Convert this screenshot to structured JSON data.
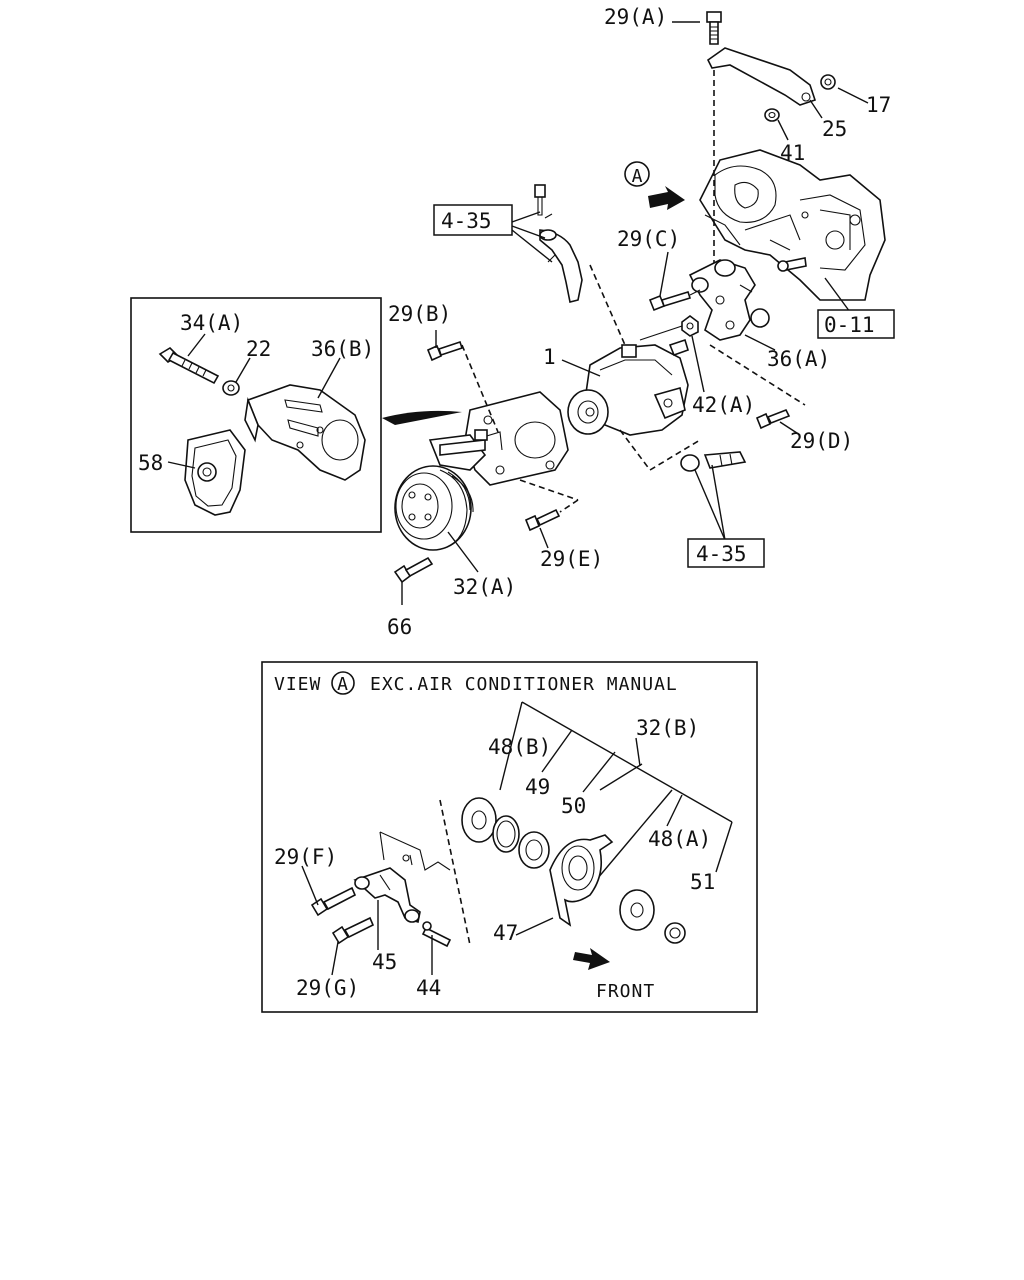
{
  "labels": {
    "p29a": "29(A)",
    "p17": "17",
    "p25": "25",
    "p41": "41",
    "viewA_marker": "A",
    "ref435_top": "4-35",
    "p29c": "29(C)",
    "ref011": "0-11",
    "p34a": "34(A)",
    "p22": "22",
    "p36b": "36(B)",
    "p29b": "29(B)",
    "p1": "1",
    "p36a": "36(A)",
    "p42a": "42(A)",
    "p29d": "29(D)",
    "p58": "58",
    "p29e": "29(E)",
    "ref435_bottom": "4-35",
    "p32a": "32(A)",
    "p66": "66"
  },
  "view_a": {
    "marker": "A",
    "title_prefix": "VIEW",
    "title_suffix": "EXC.AIR CONDITIONER MANUAL",
    "p32b": "32(B)",
    "p48b": "48(B)",
    "p49": "49",
    "p50": "50",
    "p48a": "48(A)",
    "p51": "51",
    "p29f": "29(F)",
    "p47": "47",
    "p45": "45",
    "p44": "44",
    "p29g": "29(G)",
    "front": "FRONT"
  }
}
